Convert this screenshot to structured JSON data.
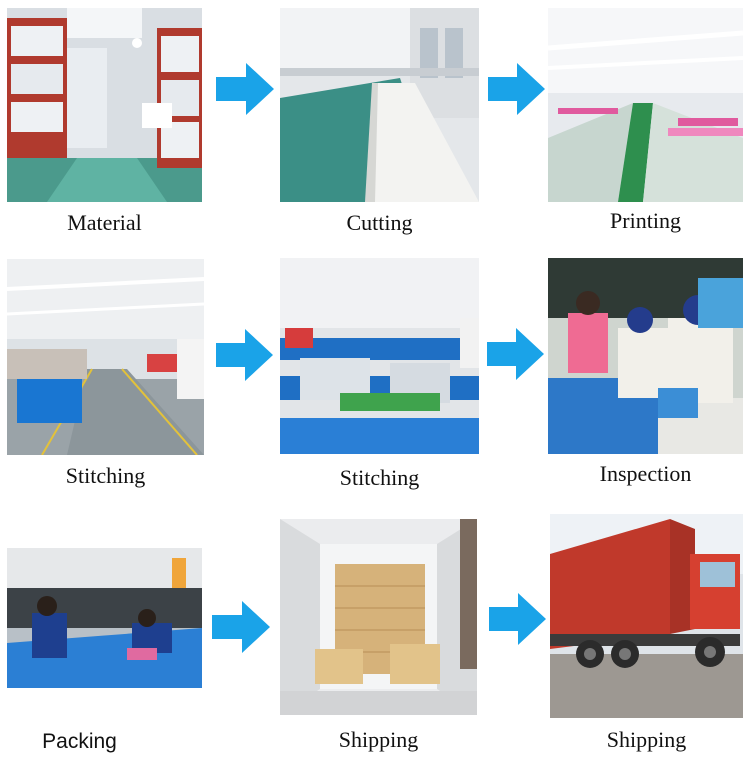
{
  "steps": [
    {
      "caption": "Material"
    },
    {
      "caption": "Cutting"
    },
    {
      "caption": "Printing"
    },
    {
      "caption": "Stitching"
    },
    {
      "caption": "Stitching"
    },
    {
      "caption": "Inspection"
    },
    {
      "caption": "Packing"
    },
    {
      "caption": "Shipping"
    },
    {
      "caption": "Shipping"
    }
  ],
  "colors": {
    "arrow": "#1aa3e8",
    "caption_text": "#111111",
    "container_red": "#c0392b",
    "table_blue": "#1f6fc4"
  },
  "icons": [
    "arrow-right-icon"
  ]
}
